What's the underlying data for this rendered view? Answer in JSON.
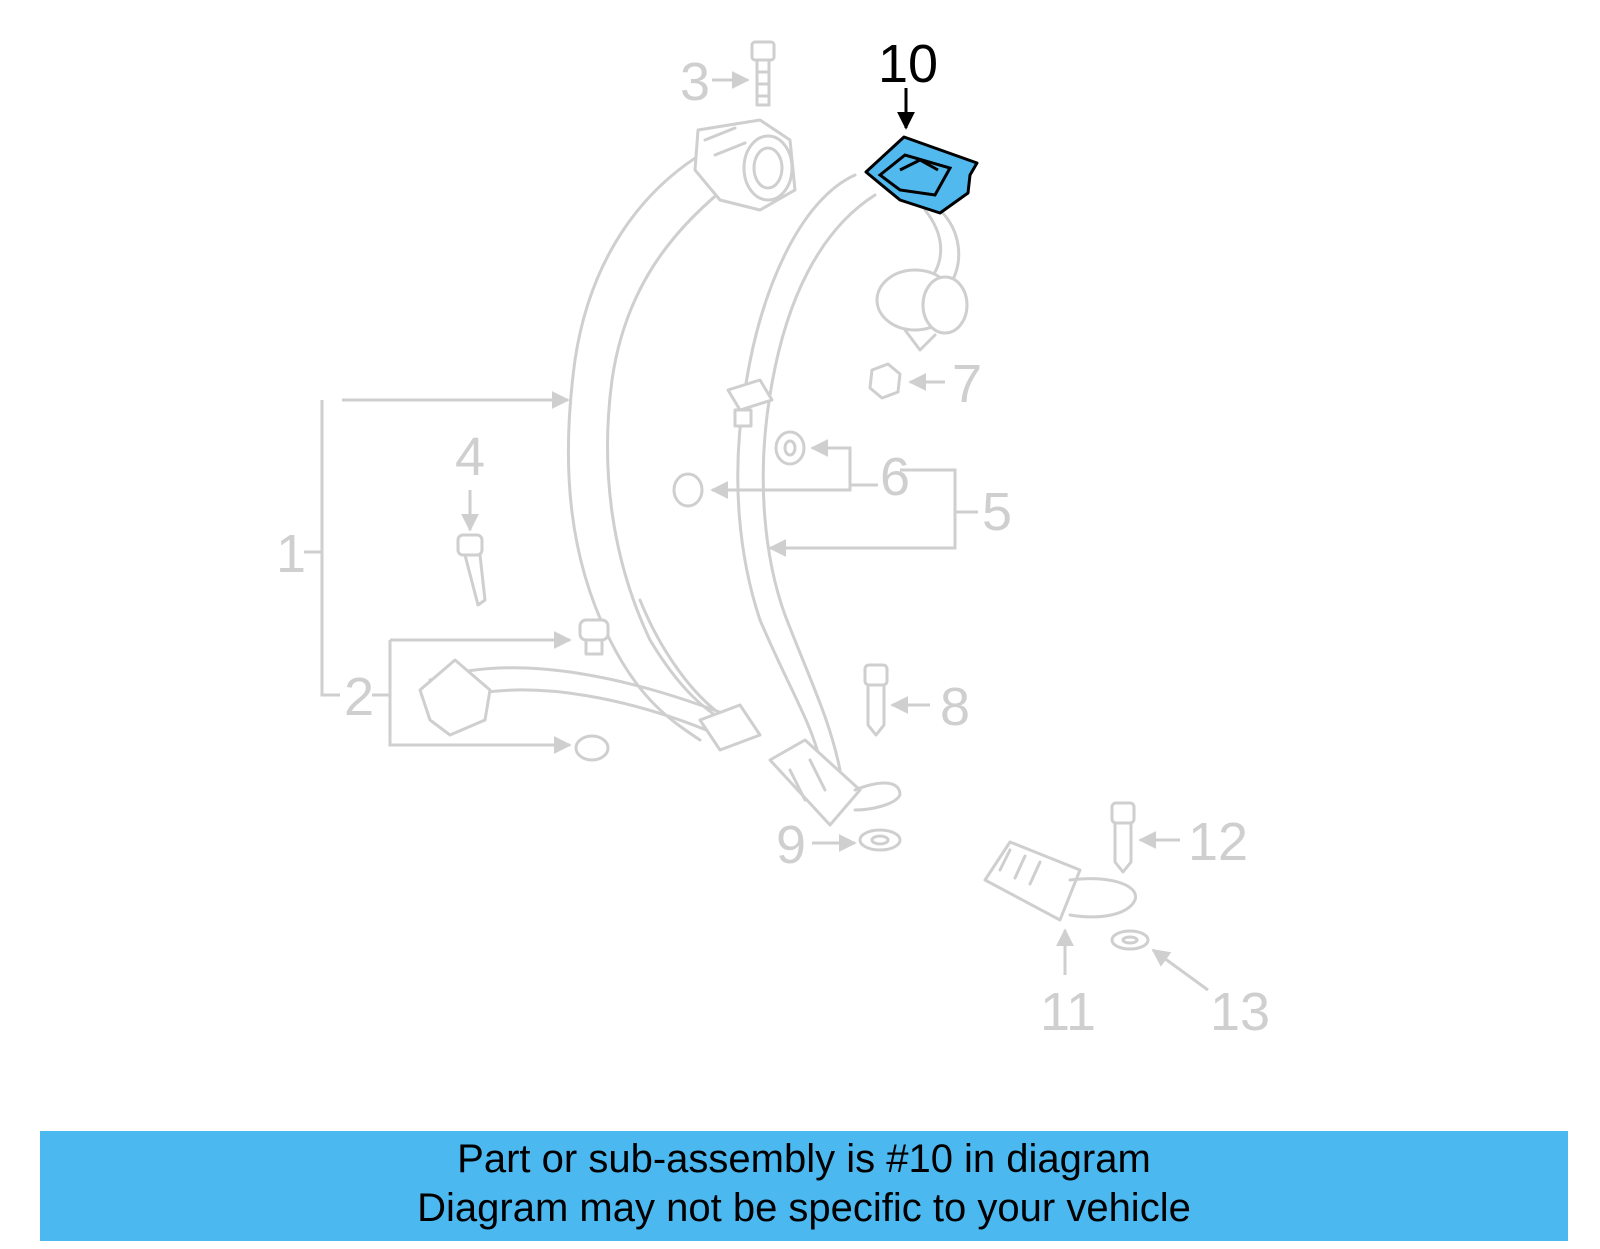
{
  "diagram": {
    "highlighted_part": "10",
    "callouts": [
      {
        "id": "c1",
        "label": "1"
      },
      {
        "id": "c2",
        "label": "2"
      },
      {
        "id": "c3",
        "label": "3"
      },
      {
        "id": "c4",
        "label": "4"
      },
      {
        "id": "c5",
        "label": "5"
      },
      {
        "id": "c6",
        "label": "6"
      },
      {
        "id": "c7",
        "label": "7"
      },
      {
        "id": "c8",
        "label": "8"
      },
      {
        "id": "c9",
        "label": "9"
      },
      {
        "id": "c10",
        "label": "10"
      },
      {
        "id": "c11",
        "label": "11"
      },
      {
        "id": "c12",
        "label": "12"
      },
      {
        "id": "c13",
        "label": "13"
      }
    ],
    "colors": {
      "highlight": "#52b9ee",
      "banner": "#4cb8f0",
      "part_lines": "#cfcfcf"
    }
  },
  "banner": {
    "line1": "Part or sub-assembly is #10 in diagram",
    "line2": "Diagram may not be specific to your vehicle"
  }
}
